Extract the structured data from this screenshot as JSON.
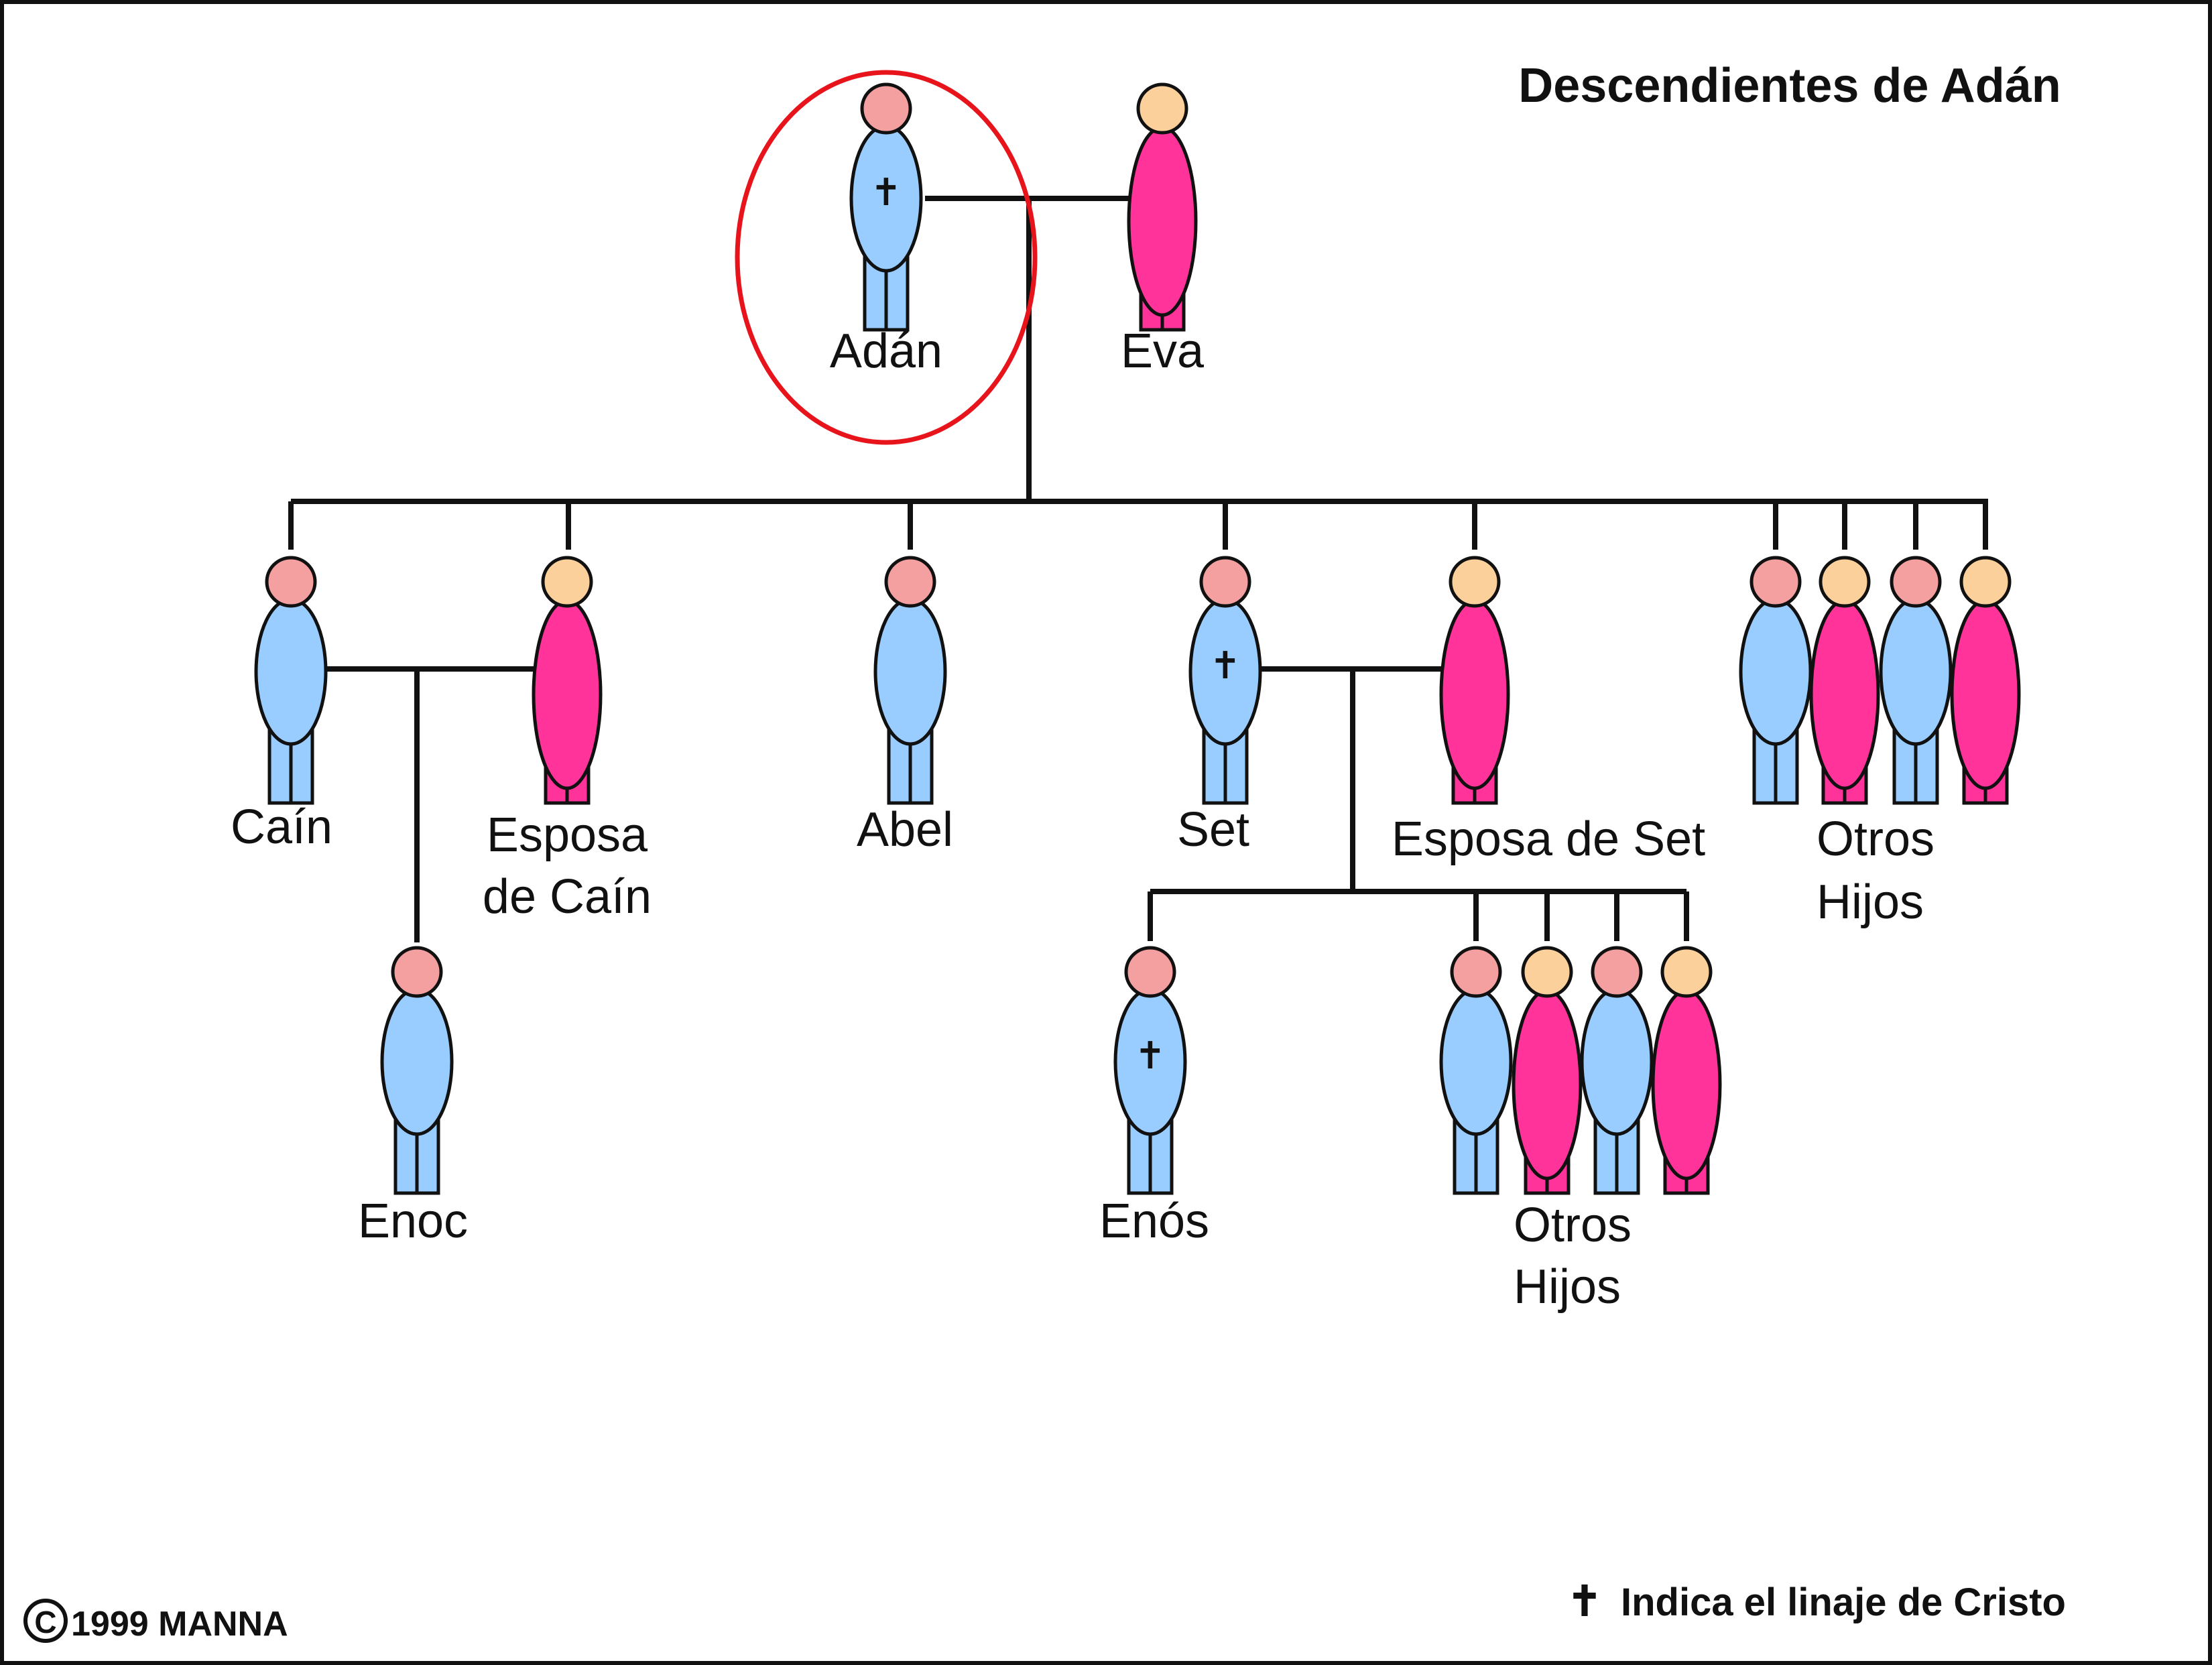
{
  "title": "Descendientes de Adán",
  "copyright": {
    "symbol": "C",
    "text": "1999 MANNA"
  },
  "legend": {
    "symbol": "✝",
    "text": "Indica el linaje de Cristo"
  },
  "colors": {
    "male_body": "#99ccff",
    "female_body": "#ff3399",
    "male_head": "#f4a0a0",
    "female_head": "#fcd09a",
    "outline": "#111111",
    "highlight_circle": "#e8141c"
  },
  "people": {
    "adan": {
      "label": "Adán",
      "gender": "male",
      "lineage": true,
      "highlighted": true
    },
    "eva": {
      "label": "Eva",
      "gender": "female",
      "lineage": false
    },
    "cain": {
      "label": "Caín",
      "gender": "male",
      "lineage": false
    },
    "esposa_cain": {
      "label_lines": [
        "Esposa",
        "de Caín"
      ],
      "gender": "female",
      "lineage": false
    },
    "abel": {
      "label": "Abel",
      "gender": "male",
      "lineage": false
    },
    "set": {
      "label": "Set",
      "gender": "male",
      "lineage": true
    },
    "esposa_set": {
      "label": "Esposa de Set",
      "gender": "female",
      "lineage": false
    },
    "otros_hijos_1": {
      "label_lines": [
        "Otros",
        "Hijos"
      ],
      "genders": [
        "male",
        "female",
        "male",
        "female"
      ]
    },
    "enoc": {
      "label": "Enoc",
      "gender": "male",
      "lineage": false
    },
    "enos": {
      "label": "Enós",
      "gender": "male",
      "lineage": true
    },
    "otros_hijos_2": {
      "label_lines": [
        "Otros",
        "Hijos"
      ],
      "genders": [
        "male",
        "female",
        "male",
        "female"
      ]
    }
  }
}
